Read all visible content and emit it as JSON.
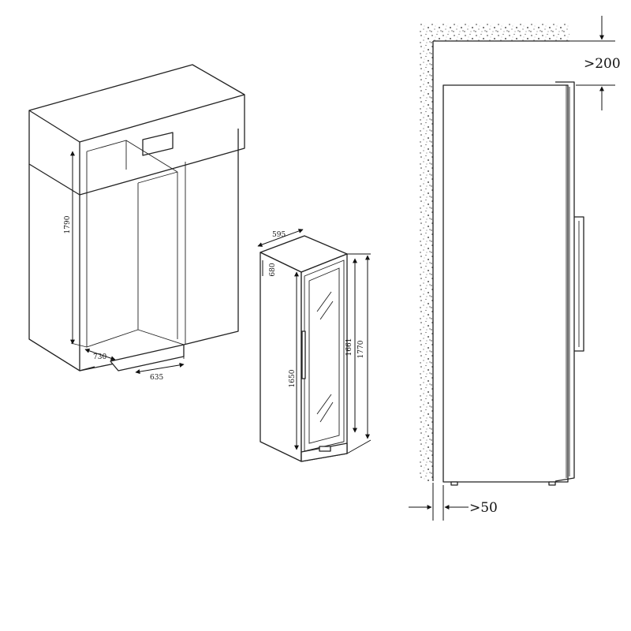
{
  "built_in": {
    "height_label": "1790",
    "depth_label": "730",
    "width_label": "635"
  },
  "cabinet": {
    "width_label": "595",
    "depth_label": "680",
    "height_label": "1770",
    "door_height_label": "1661",
    "glass_height_label": "1650"
  },
  "side_view": {
    "top_clearance_label": ">200",
    "wall_clearance_label": ">50"
  }
}
